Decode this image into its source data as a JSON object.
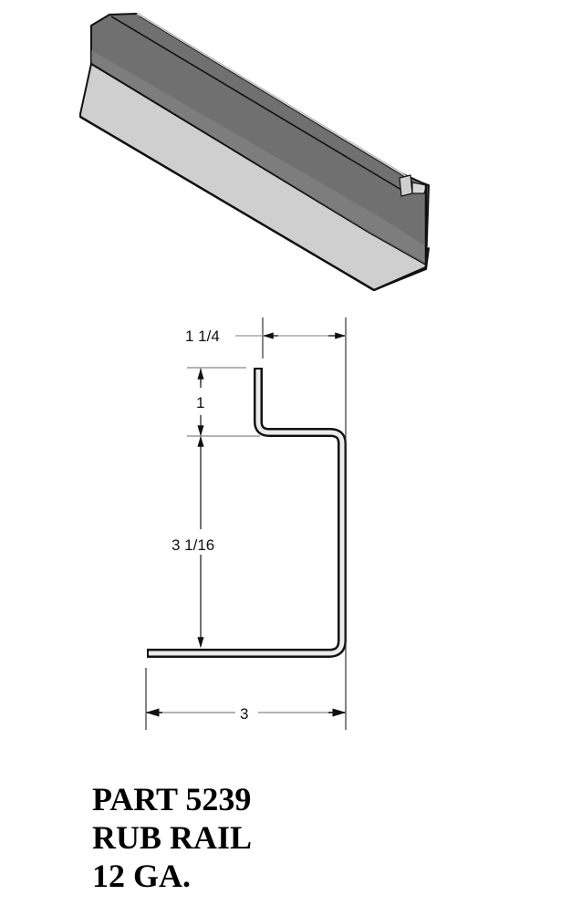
{
  "title_block": {
    "part_line": "PART 5239",
    "name_line": "RUB RAIL",
    "gauge_line": "12 GA."
  },
  "dimensions": {
    "top_flange_offset": "1 1/4",
    "top_flange_height": "1",
    "web_height": "3 1/16",
    "overall_width": "3"
  },
  "colors": {
    "face_dark": "#6e6e6e",
    "face_light": "#cfcfcf",
    "outline": "#111111",
    "dimension_line": "#333333",
    "extension_line": "#9a9a9a"
  }
}
